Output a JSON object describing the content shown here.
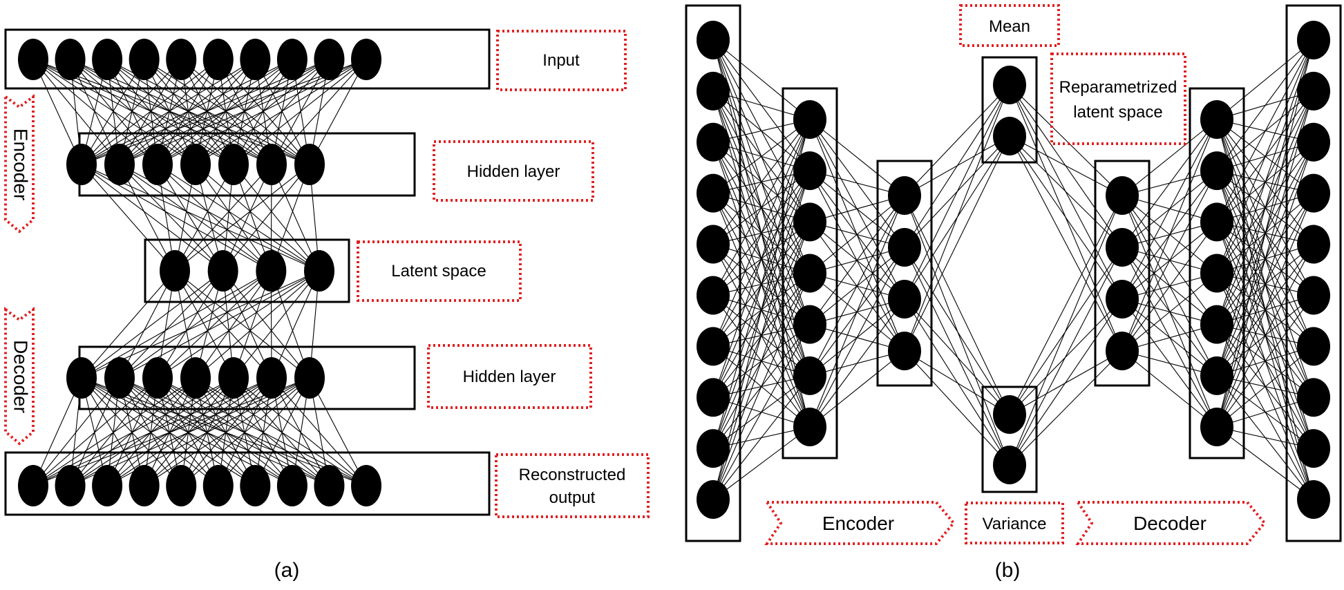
{
  "colors": {
    "node": "#000000",
    "edge": "#000000",
    "label_border": "#e02020",
    "background": "#ffffff"
  },
  "panel_a": {
    "caption": "(a)",
    "labels": {
      "input": "Input",
      "hidden_top": "Hidden layer",
      "latent": "Latent space",
      "hidden_bottom": "Hidden layer",
      "output_line1": "Reconstructed",
      "output_line2": "output"
    },
    "arrows": {
      "encoder": "Encoder",
      "decoder": "Decoder"
    }
  },
  "panel_b": {
    "caption": "(b)",
    "labels": {
      "mean": "Mean",
      "reparam_line1": "Reparametrized",
      "reparam_line2": "latent space",
      "variance": "Variance"
    },
    "arrows": {
      "encoder": "Encoder",
      "decoder": "Decoder"
    }
  }
}
